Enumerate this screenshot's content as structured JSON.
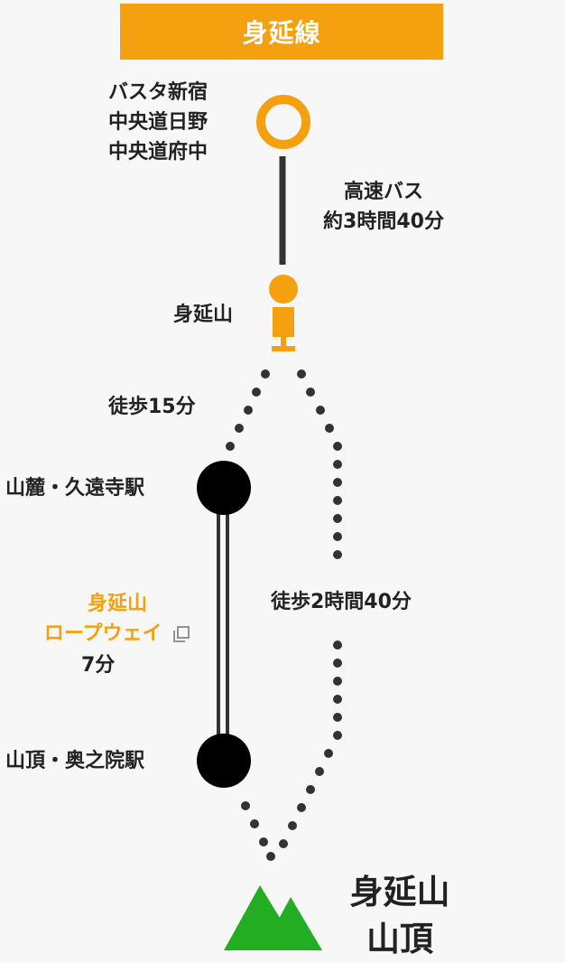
{
  "header": {
    "title": "身延線"
  },
  "stops": {
    "origin": [
      "バスタ新宿",
      "中央道日野",
      "中央道府中"
    ],
    "minobusan": "身延山",
    "sanroku": "山麓・久遠寺駅",
    "sancho": "山頂・奥之院駅",
    "summit": [
      "身延山",
      "山頂"
    ]
  },
  "legs": {
    "bus_mode": "高速バス",
    "bus_time": "約3時間40分",
    "walk_short": "徒歩15分",
    "walk_long": "徒歩2時間40分",
    "ropeway_name": [
      "身延山",
      "ロープウェイ"
    ],
    "ropeway_time": "7分"
  },
  "icons": {
    "origin": "ring-stop-icon",
    "bus_stop": "bus-stop-sign-icon",
    "station": "station-dot-icon",
    "external": "external-link-icon",
    "mountain": "mountain-icon"
  },
  "colors": {
    "accent": "#f5a00f",
    "line": "#333333",
    "dots": "#333333",
    "station": "#000000",
    "mountain": "#22ad22"
  }
}
